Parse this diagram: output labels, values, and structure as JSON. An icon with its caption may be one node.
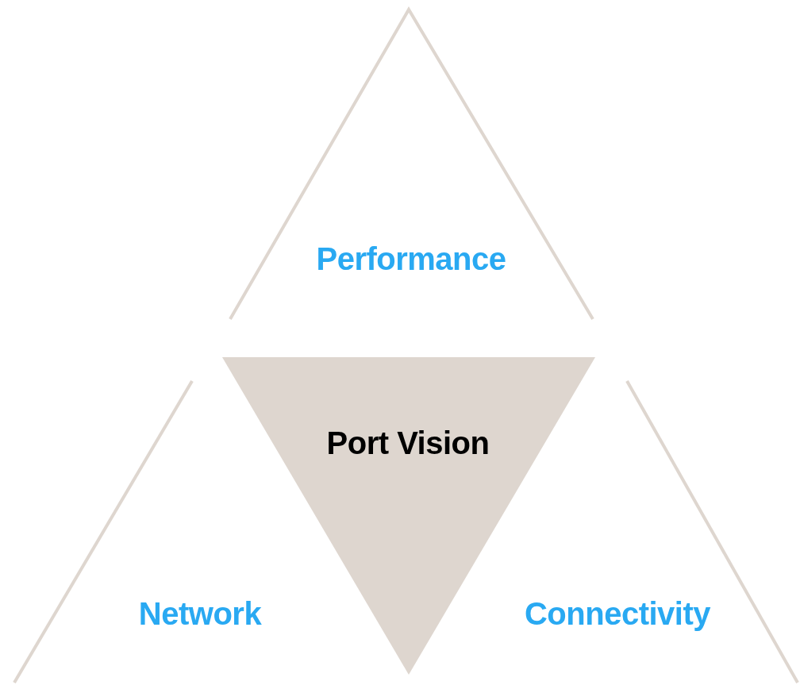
{
  "diagram": {
    "nodes": [
      {
        "text": [
          "Performance"
        ]
      },
      {
        "text": [
          "Port Vision"
        ]
      },
      {
        "text": [
          "Network"
        ]
      },
      {
        "text": [
          "Connectivity"
        ]
      }
    ]
  }
}
